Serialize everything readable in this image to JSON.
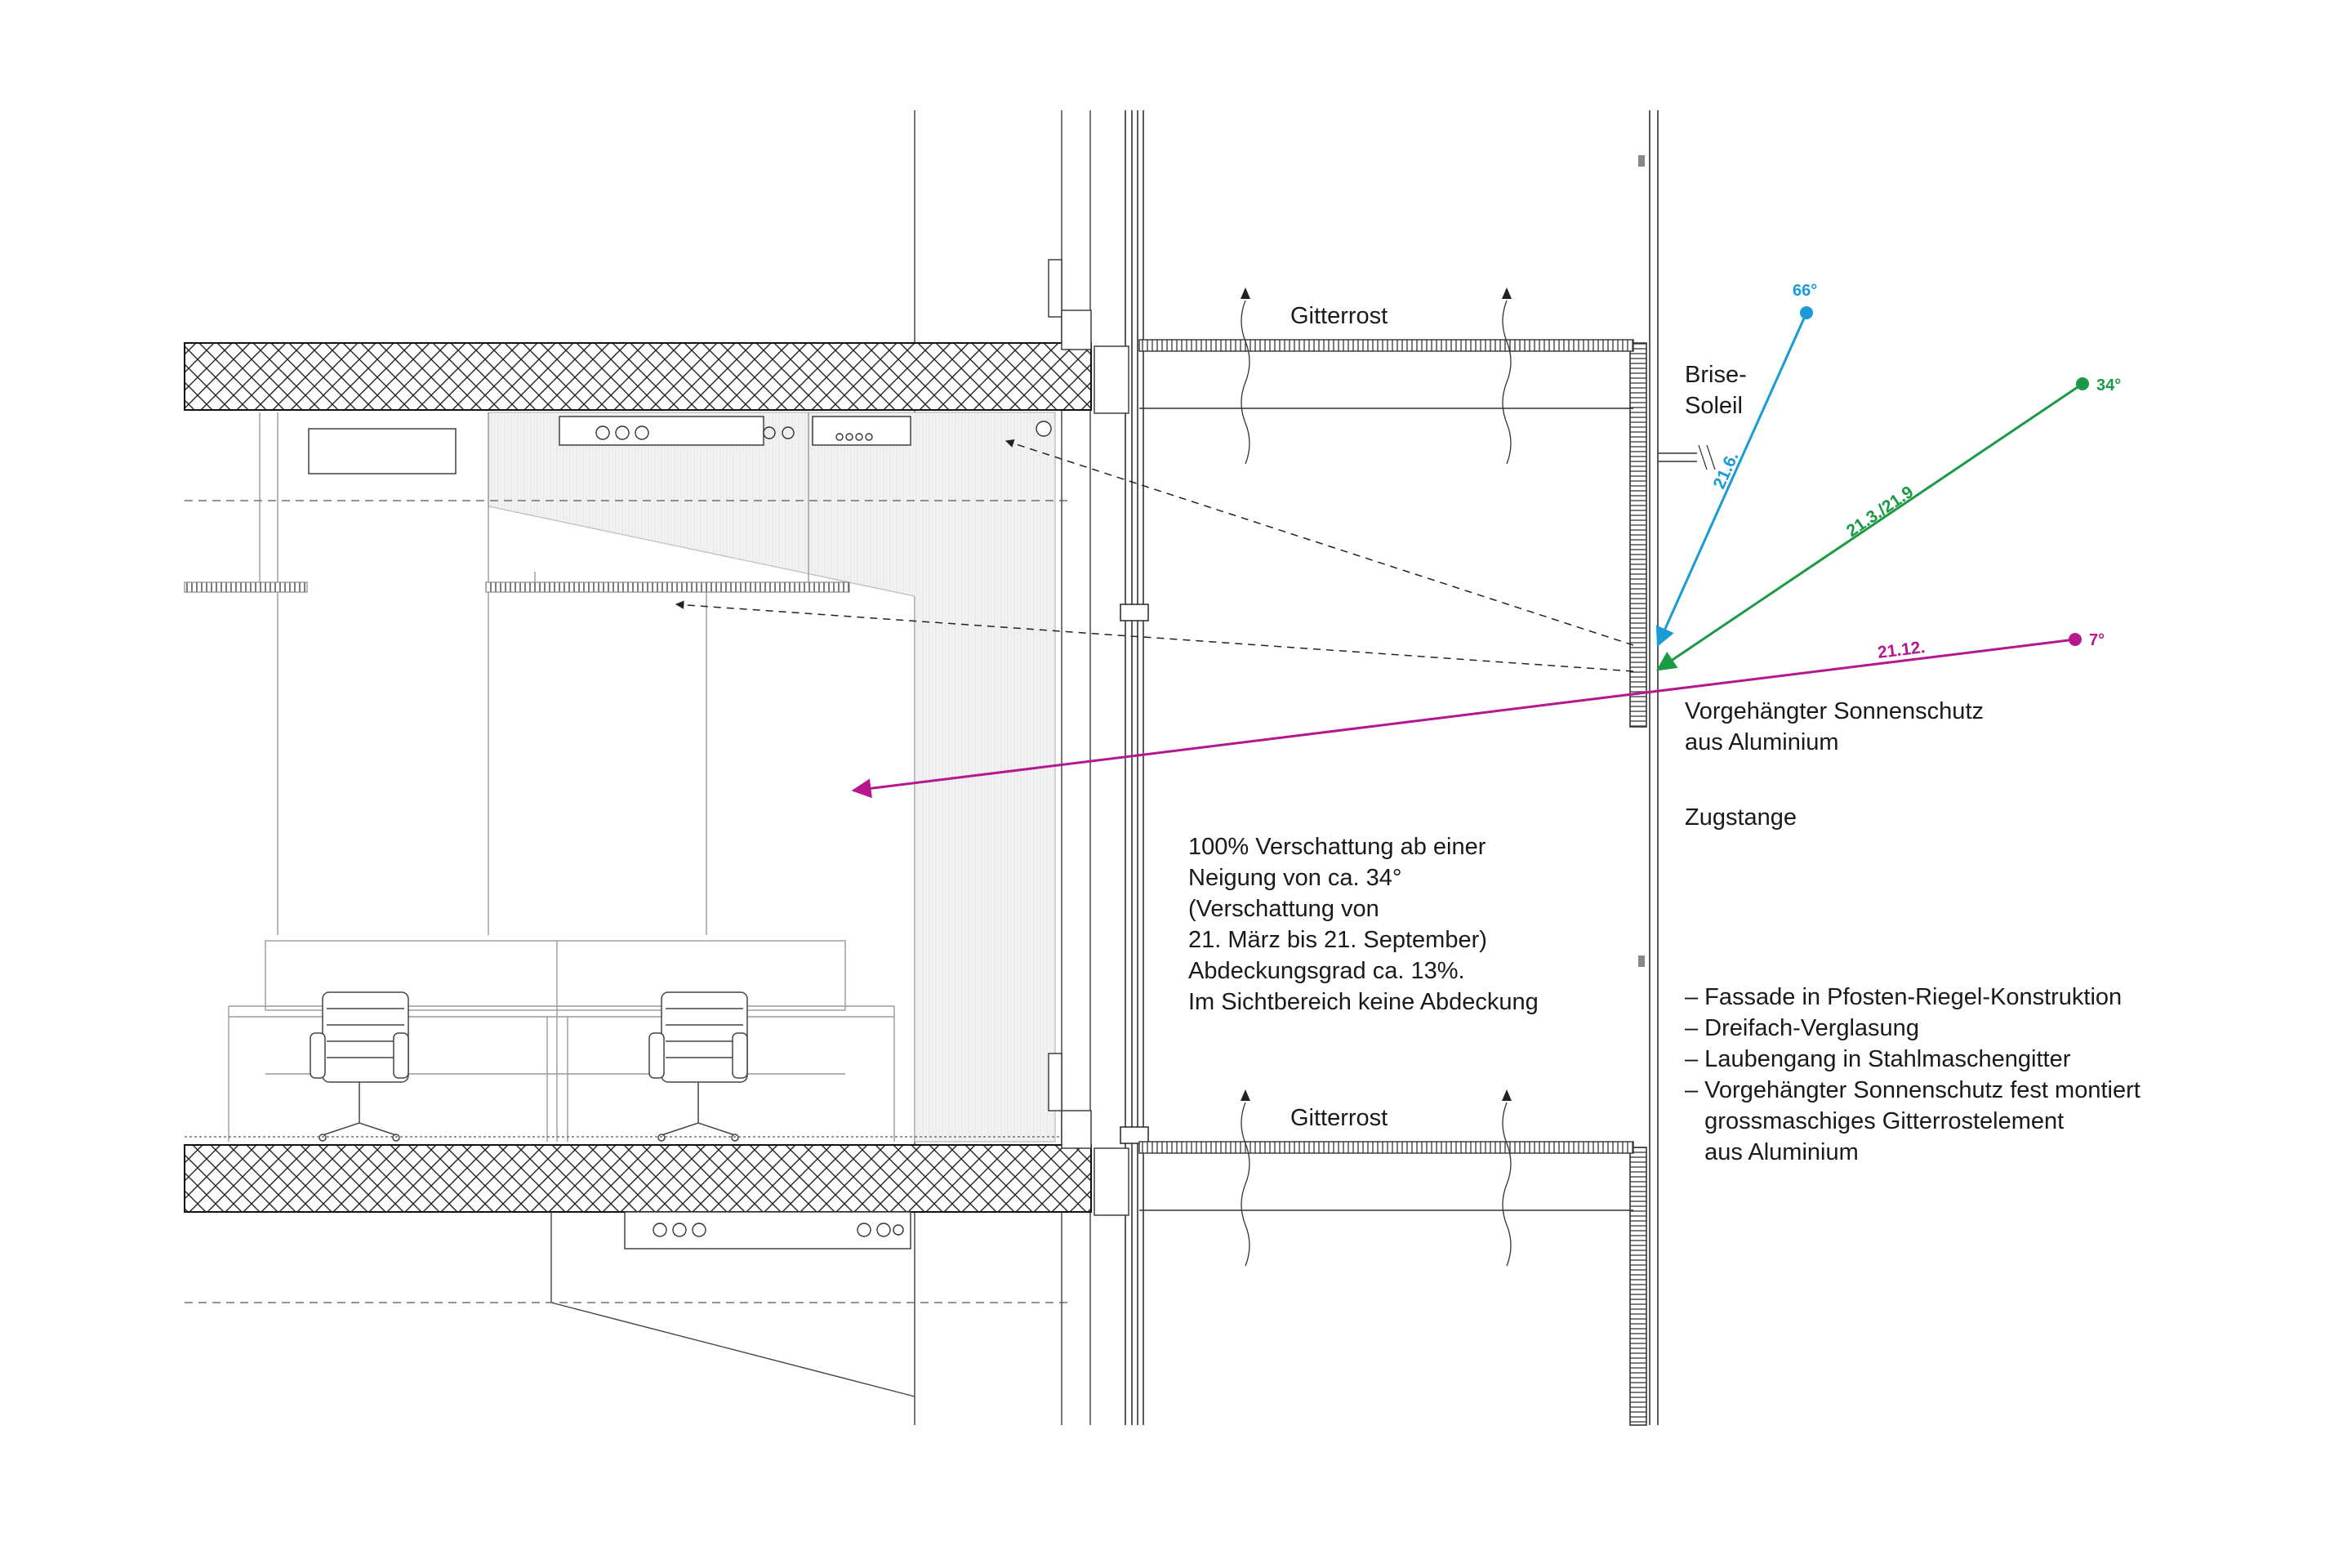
{
  "labels": {
    "gitterrost_top": "Gitterrost",
    "gitterrost_bottom": "Gitterrost",
    "brise_line1": "Brise-",
    "brise_line2": "Soleil",
    "sonnenschutz_line1": "Vorgehängter Sonnenschutz",
    "sonnenschutz_line2": "aus Aluminium",
    "zugstange": "Zugstange"
  },
  "shading_note": [
    "100% Verschattung ab einer",
    "Neigung von ca. 34°",
    "(Verschattung von",
    "21. März bis 21. September)",
    "Abdeckungsgrad ca. 13%.",
    "Im Sichtbereich keine Abdeckung"
  ],
  "features": [
    "– Fassade in Pfosten-Riegel-Konstruktion",
    "– Dreifach-Verglasung",
    "– Laubengang in Stahlmaschengitter",
    "– Vorgehängter Sonnenschutz fest montiert",
    "   grossmaschiges Gitterrostelement",
    "   aus Aluminium"
  ],
  "sun_angles": [
    {
      "angle": "66°",
      "date": "21.6.",
      "color": "#1a9ad6",
      "name": "sun-66"
    },
    {
      "angle": "34°",
      "date": "21.3./21.9",
      "color": "#1a9a44",
      "name": "sun-34"
    },
    {
      "angle": "7°",
      "date": "21.12.",
      "color": "#b5178f",
      "name": "sun-7"
    }
  ]
}
